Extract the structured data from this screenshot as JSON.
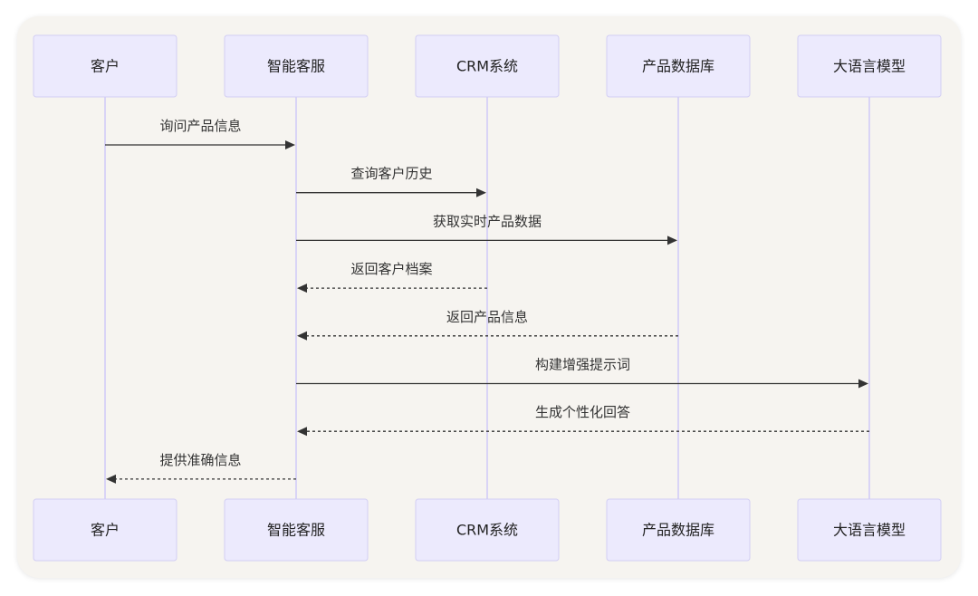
{
  "actors": [
    {
      "id": "customer",
      "label": "客户"
    },
    {
      "id": "agent",
      "label": "智能客服"
    },
    {
      "id": "crm",
      "label": "CRM系统"
    },
    {
      "id": "productdb",
      "label": "产品数据库"
    },
    {
      "id": "llm",
      "label": "大语言模型"
    }
  ],
  "messages": [
    {
      "from": 0,
      "to": 1,
      "label": "询问产品信息",
      "style": "solid"
    },
    {
      "from": 1,
      "to": 2,
      "label": "查询客户历史",
      "style": "solid"
    },
    {
      "from": 1,
      "to": 3,
      "label": "获取实时产品数据",
      "style": "solid"
    },
    {
      "from": 2,
      "to": 1,
      "label": "返回客户档案",
      "style": "dashed"
    },
    {
      "from": 3,
      "to": 1,
      "label": "返回产品信息",
      "style": "dashed"
    },
    {
      "from": 1,
      "to": 4,
      "label": "构建增强提示词",
      "style": "solid"
    },
    {
      "from": 4,
      "to": 1,
      "label": "生成个性化回答",
      "style": "dashed"
    },
    {
      "from": 1,
      "to": 0,
      "label": "提供准确信息",
      "style": "dashed"
    }
  ],
  "colors": {
    "actor_fill": "#eceafd",
    "actor_border": "#d2cef3",
    "lifeline": "#d9d4f6",
    "arrow": "#333333",
    "background": "#f6f4f0"
  }
}
